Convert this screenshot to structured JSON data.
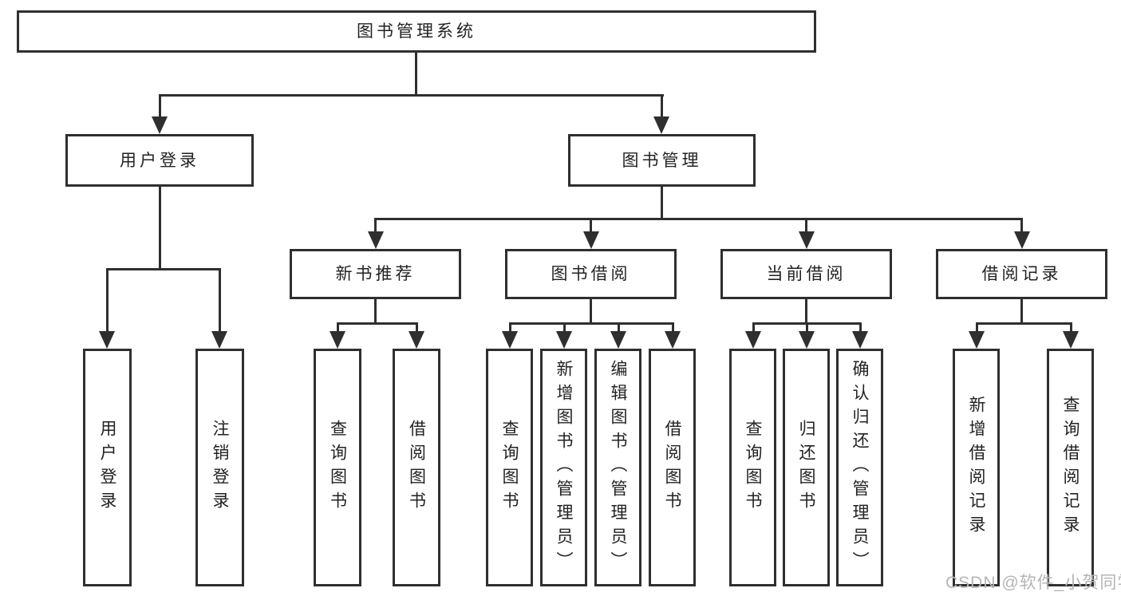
{
  "nodes": {
    "root": "图书管理系统",
    "l2": [
      "用户登录",
      "图书管理"
    ],
    "l3": [
      "新书推荐",
      "图书借阅",
      "当前借阅",
      "借阅记录"
    ],
    "leaf_groups": [
      [
        "用户登录",
        "注销登录"
      ],
      [
        "查询图书",
        "借阅图书"
      ],
      [
        "查询图书",
        "新增图书（管理员）",
        "编辑图书（管理员）",
        "借阅图书"
      ],
      [
        "查询图书",
        "归还图书",
        "确认归还（管理员）"
      ],
      [
        "新增借阅记录",
        "查询借阅记录"
      ]
    ]
  },
  "watermark": "CSDN @软件_小贺同学",
  "colors": {
    "line": "#2f2f2f",
    "text": "#222222",
    "watermark": "#b5b5b5",
    "background": "#ffffff"
  }
}
